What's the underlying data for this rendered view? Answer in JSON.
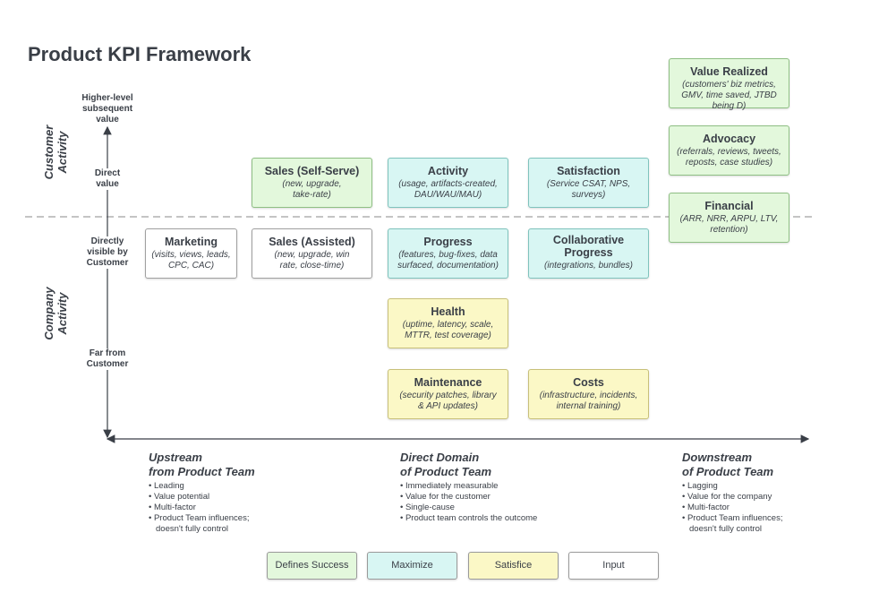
{
  "title": "Product KPI Framework",
  "axis": {
    "customer_activity": "Customer Activity",
    "company_activity": "Company Activity",
    "levels": {
      "higher": "Higher-level subsequent value",
      "direct": "Direct value",
      "visible": "Directly visible by Customer",
      "far": "Far from Customer"
    }
  },
  "boxes": {
    "value_realized": {
      "title": "Value Realized",
      "sub": "(customers' biz metrics, GMV, time saved, JTBD being D)"
    },
    "advocacy": {
      "title": "Advocacy",
      "sub": "(referrals, reviews, tweets, reposts, case studies)"
    },
    "financial": {
      "title": "Financial",
      "sub": "(ARR, NRR, ARPU, LTV, retention)"
    },
    "sales_self": {
      "title": "Sales (Self-Serve)",
      "sub": "(new, upgrade, take-rate)"
    },
    "activity": {
      "title": "Activity",
      "sub": "(usage, artifacts-created, DAU/WAU/MAU)"
    },
    "satisfaction": {
      "title": "Satisfaction",
      "sub": "(Service CSAT, NPS, surveys)"
    },
    "marketing": {
      "title": "Marketing",
      "sub": "(visits, views, leads, CPC, CAC)"
    },
    "sales_assisted": {
      "title": "Sales (Assisted)",
      "sub": "(new, upgrade, win rate, close-time)"
    },
    "progress": {
      "title": "Progress",
      "sub": "(features, bug-fixes, data surfaced, documentation)"
    },
    "collab": {
      "title": "Collaborative Progress",
      "sub": "(integrations, bundles)"
    },
    "health": {
      "title": "Health",
      "sub": "(uptime, latency, scale, MTTR, test coverage)"
    },
    "maintenance": {
      "title": "Maintenance",
      "sub": "(security patches, library & API updates)"
    },
    "costs": {
      "title": "Costs",
      "sub": "(infrastructure, incidents, internal training)"
    }
  },
  "columns": {
    "upstream": {
      "title1": "Upstream",
      "title2": "from Product Team",
      "bullets": [
        "Leading",
        "Value potential",
        "Multi-factor",
        "Product Team influences;",
        "doesn't fully control"
      ]
    },
    "direct": {
      "title1": "Direct Domain",
      "title2": "of Product Team",
      "bullets": [
        "Immediately measurable",
        "Value for the customer",
        "Single-cause",
        "Product team controls the outcome"
      ]
    },
    "downstream": {
      "title1": "Downstream",
      "title2": "of Product Team",
      "bullets": [
        "Lagging",
        "Value for the company",
        "Multi-factor",
        "Product Team influences;",
        "doesn't fully control"
      ]
    }
  },
  "legend": {
    "defines": "Defines Success",
    "maximize": "Maximize",
    "satisfice": "Satisfice",
    "input": "Input"
  },
  "colors": {
    "green": "#e3f8dc",
    "cyan": "#d8f6f3",
    "yellow": "#fbf8c6",
    "white": "#ffffff",
    "axis": "#3a3f47"
  }
}
